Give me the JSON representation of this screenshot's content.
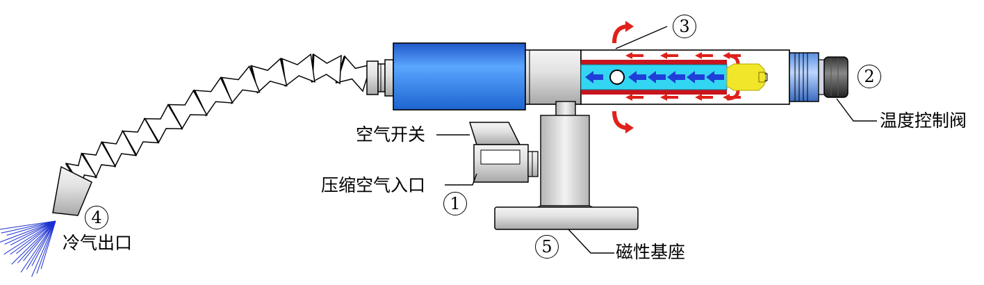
{
  "labels": {
    "switch": "空气开关",
    "inlet": "压缩空气入口",
    "outlet": "冷气出口",
    "base": "磁性基座",
    "valve": "温度控制阀"
  },
  "markers": {
    "m1": "1",
    "m2": "2",
    "m3": "3",
    "m4": "4",
    "m5": "5"
  },
  "colors": {
    "hot_flow": "#e0201a",
    "cold_flow": "#1f3fd8",
    "chamber": "#33d6f2",
    "motor_body": "#2e7be0",
    "valve_tip": "#f2e62a"
  }
}
